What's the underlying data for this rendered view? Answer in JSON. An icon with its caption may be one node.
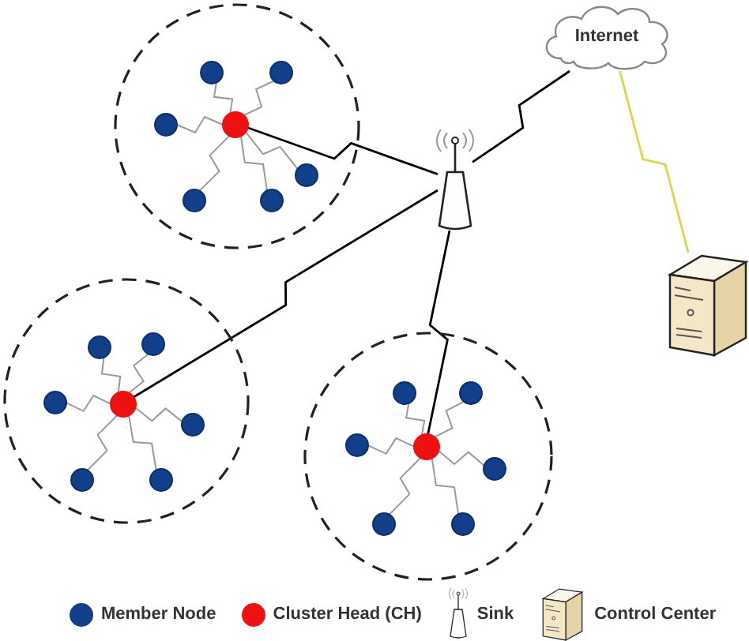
{
  "diagram": {
    "nodes": [
      {
        "text": [
          "Internet"
        ]
      },
      {
        "text": [],
        "shape": "circle"
      },
      {
        "text": [],
        "shape": "circle",
        "in": 1
      },
      {
        "text": [],
        "shape": "circle",
        "in": 1
      },
      {
        "text": [],
        "shape": "circle",
        "in": 1
      },
      {
        "text": [],
        "shape": "circle",
        "in": 1
      },
      {
        "text": [],
        "shape": "circle",
        "in": 1
      },
      {
        "text": [],
        "shape": "circle",
        "in": 1
      },
      {
        "text": [],
        "shape": "circle",
        "in": 1
      },
      {
        "text": [],
        "shape": "picture"
      },
      {
        "text": [],
        "shape": "picture"
      },
      {
        "text": [],
        "shape": "circle"
      },
      {
        "text": [],
        "shape": "circle",
        "in": 11
      },
      {
        "text": [],
        "shape": "circle",
        "in": 11
      },
      {
        "text": [],
        "shape": "circle",
        "in": 11
      },
      {
        "text": [],
        "shape": "circle",
        "in": 11
      },
      {
        "text": [],
        "shape": "circle",
        "in": 11
      },
      {
        "text": [],
        "shape": "circle",
        "in": 11
      },
      {
        "text": [],
        "shape": "circle",
        "in": 11
      },
      {
        "text": [],
        "shape": "circle"
      },
      {
        "text": [],
        "shape": "circle",
        "in": 19
      },
      {
        "text": [],
        "shape": "circle",
        "in": 19
      },
      {
        "text": [],
        "shape": "circle",
        "in": 19
      },
      {
        "text": [],
        "shape": "circle",
        "in": 19
      },
      {
        "text": [],
        "shape": "circle",
        "in": 19
      },
      {
        "text": [],
        "shape": "circle",
        "in": 19
      },
      {
        "text": [],
        "shape": "circle",
        "in": 19
      }
    ],
    "edges": [
      {
        "from": 3,
        "to": 2,
        "arrow": "none"
      },
      {
        "from": 4,
        "to": 2,
        "arrow": "none"
      },
      {
        "from": 5,
        "to": 2,
        "arrow": "none"
      },
      {
        "from": 6,
        "to": 2,
        "arrow": "none"
      },
      {
        "from": 7,
        "to": 2,
        "arrow": "none"
      },
      {
        "from": 8,
        "to": 2,
        "arrow": "none"
      },
      {
        "from": 2,
        "to": 9,
        "arrow": "none",
        "color": "#000000"
      },
      {
        "from": 9,
        "to": 0,
        "arrow": "none",
        "color": "#000000"
      },
      {
        "from": 0,
        "to": 10,
        "arrow": "none",
        "color": "#d8d84a"
      },
      {
        "from": 13,
        "to": 12,
        "arrow": "none"
      },
      {
        "from": 14,
        "to": 12,
        "arrow": "none"
      },
      {
        "from": 15,
        "to": 12,
        "arrow": "none"
      },
      {
        "from": 16,
        "to": 12,
        "arrow": "none"
      },
      {
        "from": 17,
        "to": 12,
        "arrow": "none"
      },
      {
        "from": 18,
        "to": 12,
        "arrow": "none"
      },
      {
        "from": 12,
        "to": 9,
        "arrow": "none",
        "color": "#000000"
      },
      {
        "from": 21,
        "to": 20,
        "arrow": "none"
      },
      {
        "from": 22,
        "to": 20,
        "arrow": "none"
      },
      {
        "from": 23,
        "to": 20,
        "arrow": "none"
      },
      {
        "from": 24,
        "to": 20,
        "arrow": "none"
      },
      {
        "from": 25,
        "to": 20,
        "arrow": "none"
      },
      {
        "from": 26,
        "to": 20,
        "arrow": "none"
      },
      {
        "from": 20,
        "to": 9,
        "arrow": "none",
        "color": "#000000"
      }
    ],
    "legend": [
      {
        "text": "Member Node",
        "color": "#123f8a"
      },
      {
        "text": "Cluster Head (CH)",
        "color": "#ee1111"
      },
      {
        "text": "Sink"
      },
      {
        "text": "Control Center"
      }
    ]
  }
}
